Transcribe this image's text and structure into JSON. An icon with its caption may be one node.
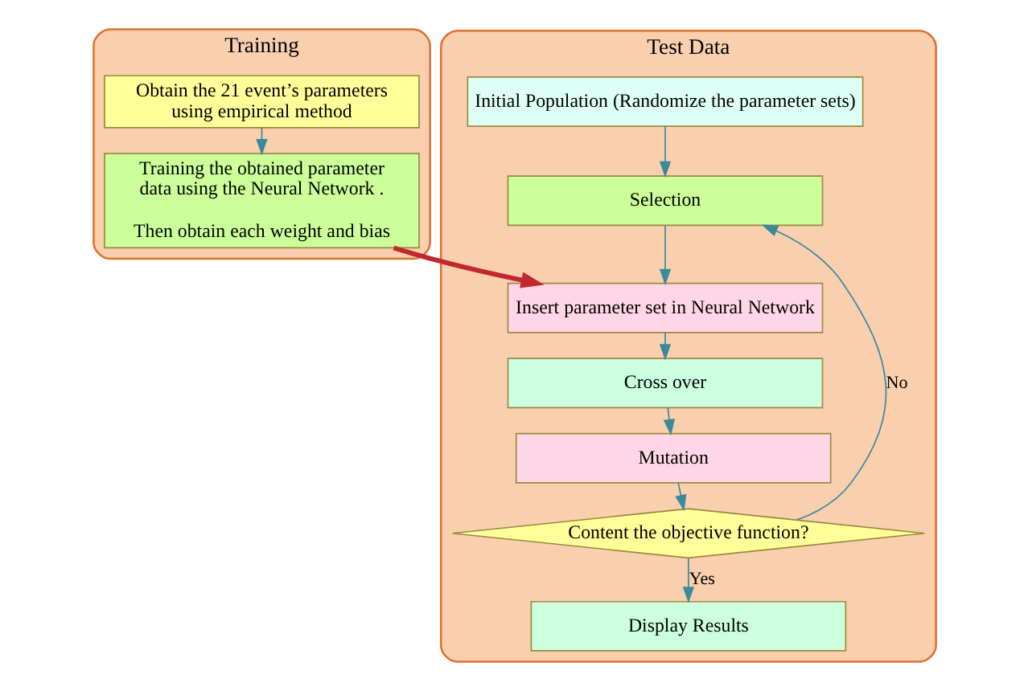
{
  "diagram": {
    "nodes": [
      {
        "text": [
          "Training"
        ]
      },
      {
        "text": [
          "Obtain the 21 event’s parameters using empirical method"
        ],
        "in": 0
      },
      {
        "text": [
          "Training the obtained parameter data using the Neural Network .",
          "Then obtain each weight and bias"
        ],
        "in": 0
      },
      {
        "text": [
          "Test Data"
        ]
      },
      {
        "text": [
          "Initial Population (Randomize the parameter sets)"
        ],
        "in": 3
      },
      {
        "text": [
          "Selection"
        ],
        "in": 3
      },
      {
        "text": [
          "Insert parameter set in Neural Network"
        ],
        "in": 3
      },
      {
        "text": [
          "Cross over"
        ],
        "in": 3
      },
      {
        "text": [
          "Mutation"
        ],
        "in": 3
      },
      {
        "text": [
          "Content the objective function?"
        ],
        "in": 3
      },
      {
        "text": [
          "Display Results"
        ],
        "in": 3
      }
    ],
    "edges": [
      {
        "from": 1,
        "to": 2,
        "arrow": "to"
      },
      {
        "from": 2,
        "to": 6,
        "arrow": "to",
        "style": "thick",
        "color": "#c0282d"
      },
      {
        "from": 4,
        "to": 5,
        "arrow": "to"
      },
      {
        "from": 5,
        "to": 6,
        "arrow": "to"
      },
      {
        "from": 6,
        "to": 7,
        "arrow": "to"
      },
      {
        "from": 7,
        "to": 8,
        "arrow": "to"
      },
      {
        "from": 8,
        "to": 9,
        "arrow": "to"
      },
      {
        "from": 9,
        "to": 10,
        "arrow": "to",
        "label": "Yes"
      },
      {
        "from": 9,
        "to": 5,
        "arrow": "to",
        "label": "No"
      }
    ]
  }
}
